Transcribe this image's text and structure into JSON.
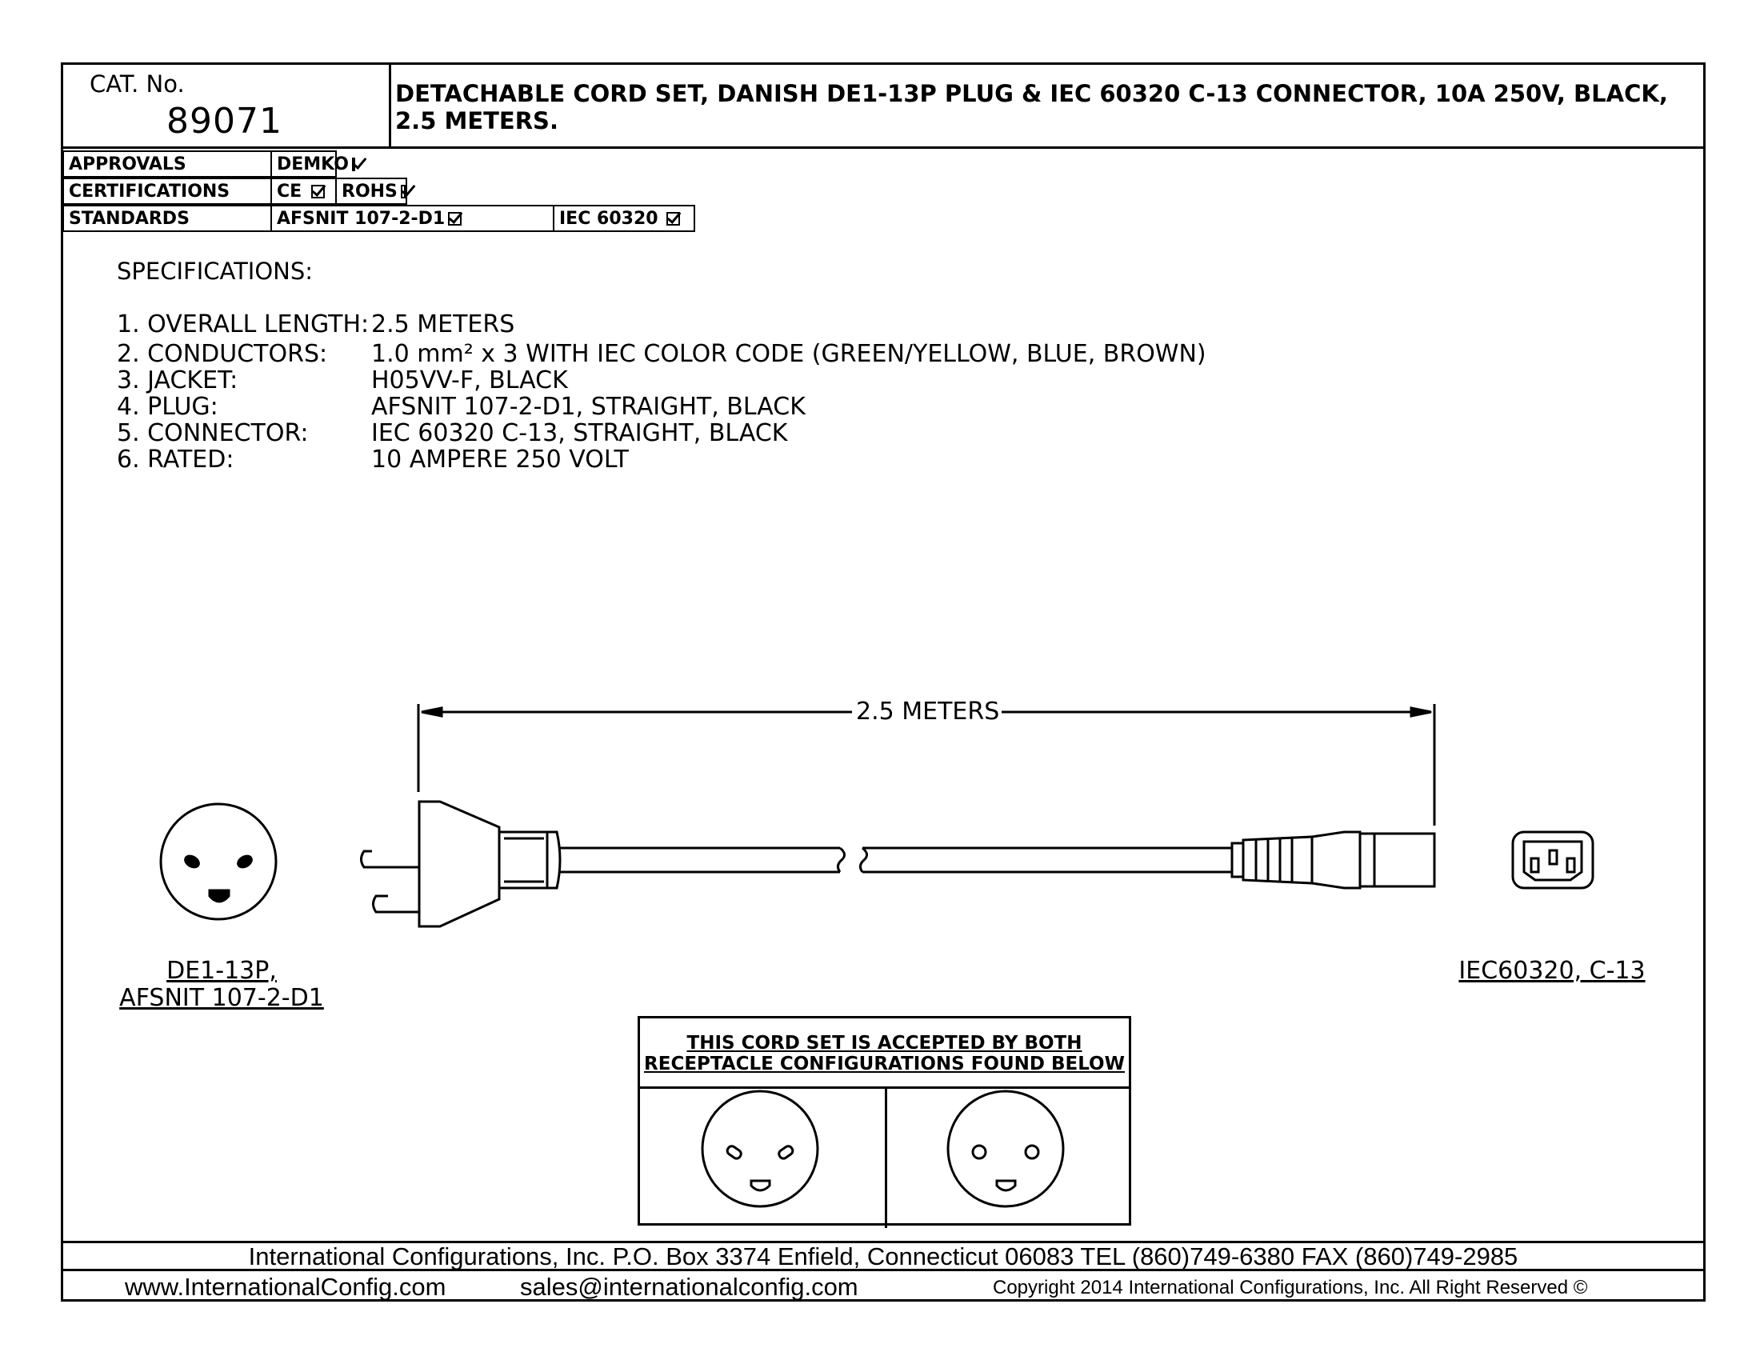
{
  "header": {
    "cat_label": "CAT. No.",
    "cat_number": "89071",
    "description": "DETACHABLE CORD SET, DANISH DE1-13P PLUG & IEC 60320 C-13 CONNECTOR, 10A 250V, BLACK, 2.5 METERS."
  },
  "approvals": {
    "rows": [
      {
        "label": "APPROVALS",
        "items": [
          "DEMKO"
        ]
      },
      {
        "label": "CERTIFICATIONS",
        "items": [
          "CE",
          "ROHS"
        ]
      },
      {
        "label": "STANDARDS",
        "items": [
          "AFSNIT 107-2-D1",
          "IEC 60320"
        ]
      }
    ]
  },
  "specs": {
    "title": "SPECIFICATIONS:",
    "items": [
      {
        "key": "1. OVERALL LENGTH:",
        "value": "2.5 METERS"
      },
      {
        "key": "2. CONDUCTORS:",
        "value": "1.0 mm² x 3 WITH IEC COLOR CODE (GREEN/YELLOW, BLUE, BROWN)"
      },
      {
        "key": "3. JACKET:",
        "value": "H05VV-F, BLACK"
      },
      {
        "key": "4. PLUG:",
        "value": "AFSNIT 107-2-D1, STRAIGHT, BLACK"
      },
      {
        "key": "5. CONNECTOR:",
        "value": "IEC 60320 C-13, STRAIGHT, BLACK"
      },
      {
        "key": "6. RATED:",
        "value": "10 AMPERE 250 VOLT"
      }
    ]
  },
  "drawing": {
    "dimension_label": "2.5 METERS",
    "plug_caption_line1": "DE1-13P,",
    "plug_caption_line2": "AFSNIT 107-2-D1",
    "connector_caption": "IEC60320, C-13"
  },
  "acceptance": {
    "line1": "THIS CORD SET IS ACCEPTED BY BOTH",
    "line2": "RECEPTACLE CONFIGURATIONS FOUND BELOW"
  },
  "footer": {
    "company_line": "International Configurations, Inc.   P.O. Box 3374   Enfield, Connecticut 06083   TEL (860)749-6380   FAX (860)749-2985",
    "website": "www.InternationalConfig.com",
    "email": "sales@internationalconfig.com",
    "copyright": "Copyright 2014 International Configurations, Inc. All Right Reserved ©"
  }
}
